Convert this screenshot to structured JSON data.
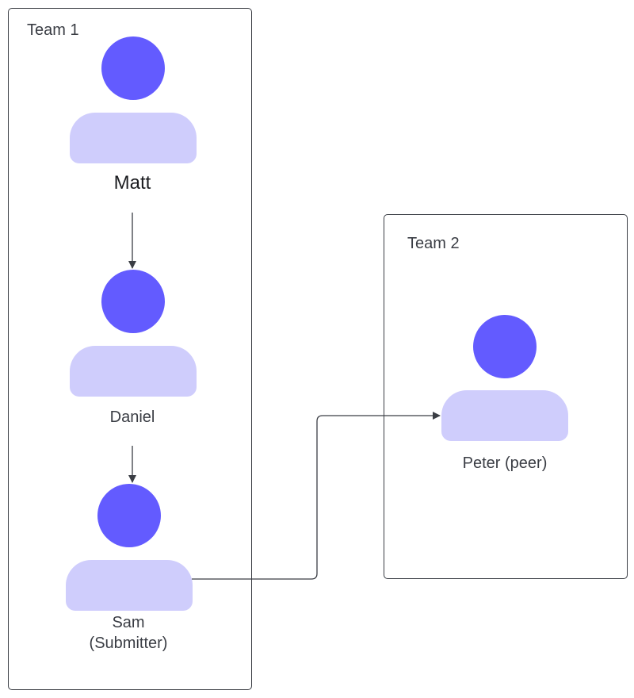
{
  "teams": [
    {
      "title": "Team 1"
    },
    {
      "title": "Team 2"
    }
  ],
  "people": {
    "matt": {
      "name": "Matt"
    },
    "daniel": {
      "name": "Daniel"
    },
    "sam": {
      "name_line1": "Sam",
      "name_line2": "(Submitter)"
    },
    "peter": {
      "name": "Peter (peer)"
    }
  },
  "colors": {
    "head": "#635bff",
    "body": "#cfcdfc",
    "line": "#3a3d44"
  },
  "connections": [
    {
      "from": "Matt",
      "to": "Daniel"
    },
    {
      "from": "Daniel",
      "to": "Sam (Submitter)"
    },
    {
      "from": "Sam (Submitter)",
      "to": "Peter (peer)"
    }
  ]
}
